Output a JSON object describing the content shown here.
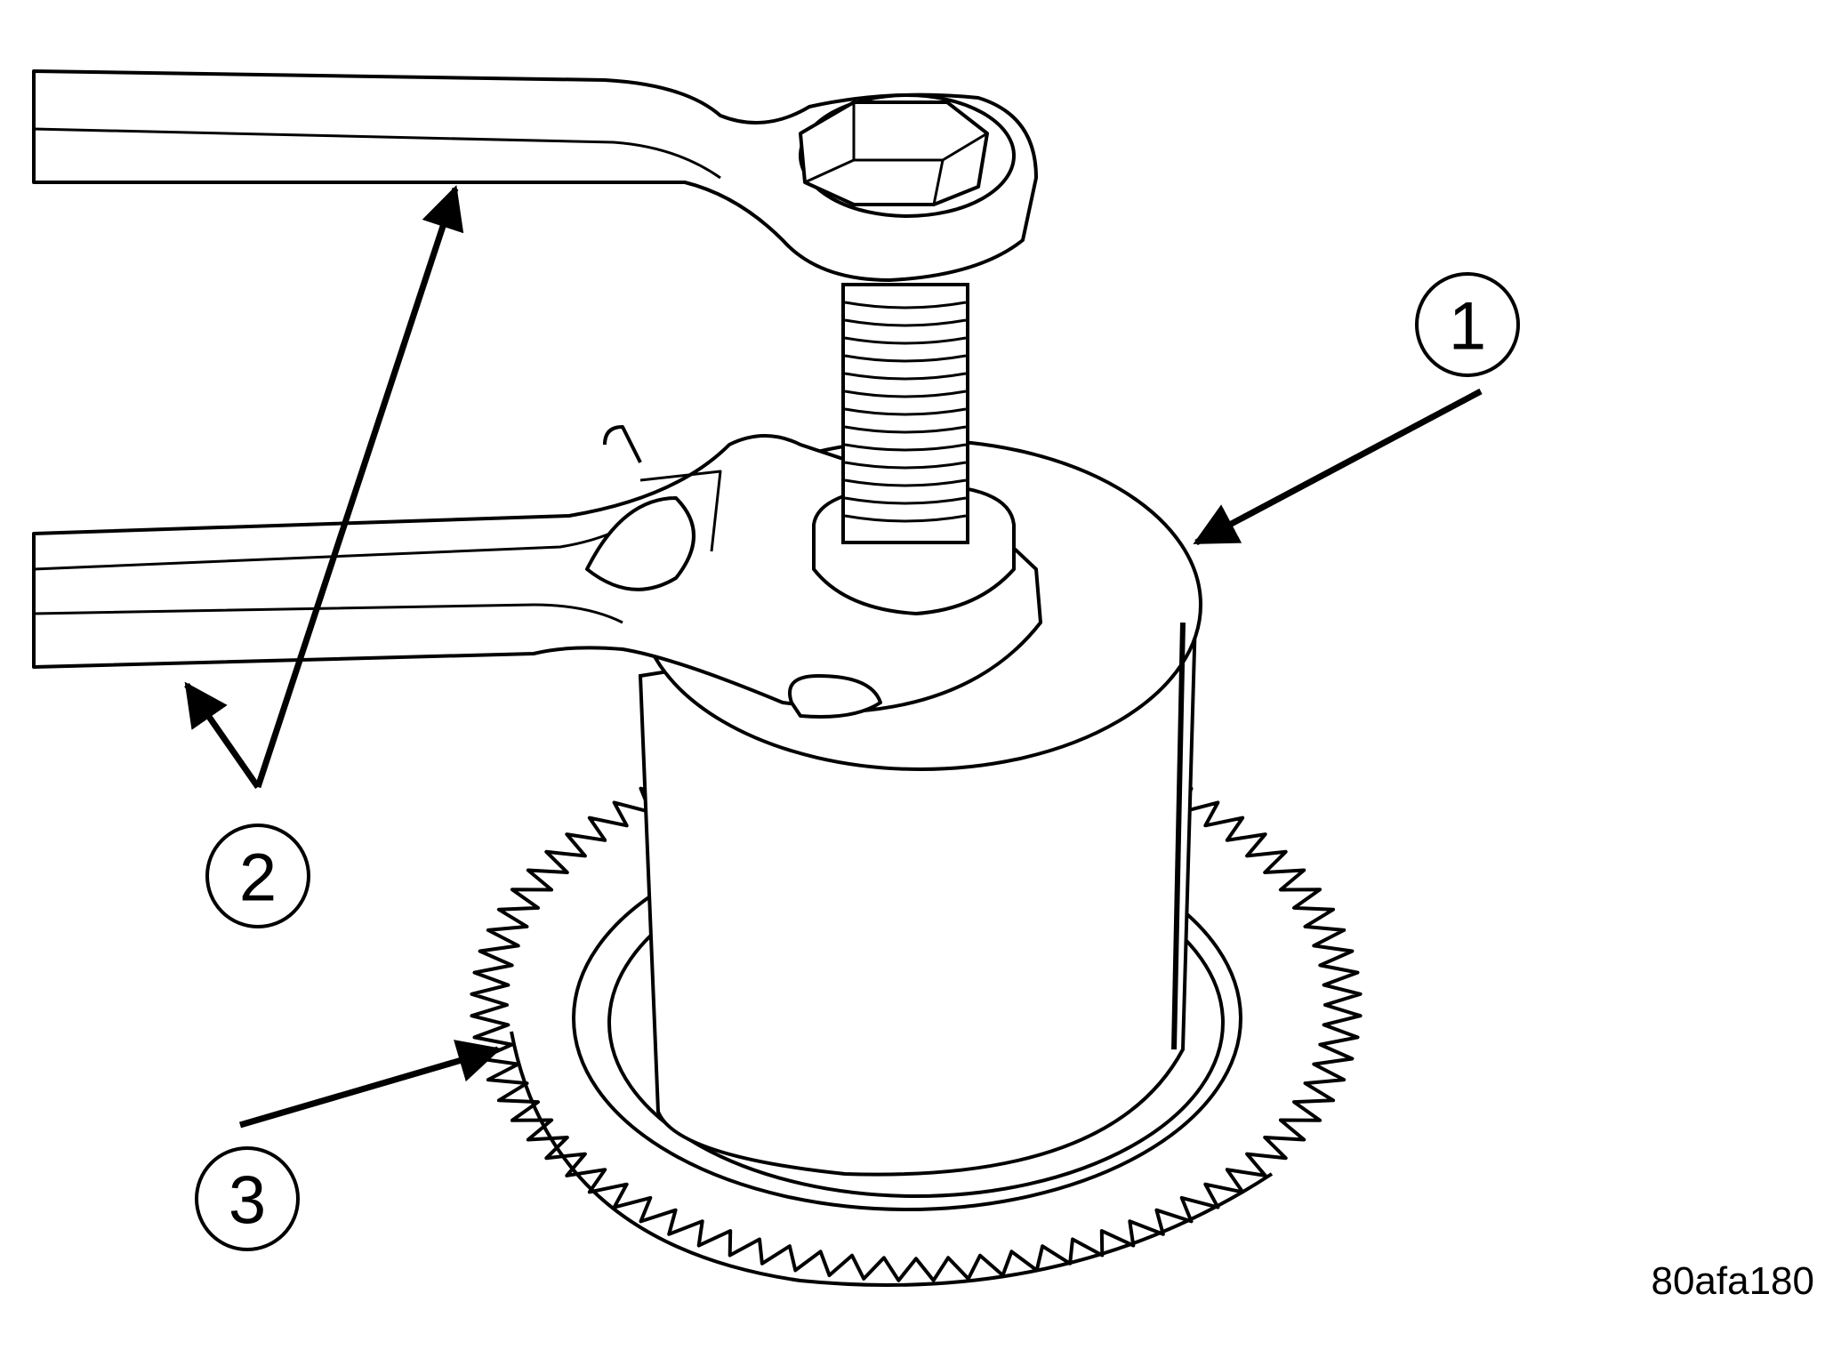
{
  "callouts": [
    {
      "number": "1"
    },
    {
      "number": "2"
    },
    {
      "number": "3"
    }
  ],
  "figure_code": "80afa180",
  "colors": {
    "ink": "#000000",
    "paper": "#ffffff"
  }
}
